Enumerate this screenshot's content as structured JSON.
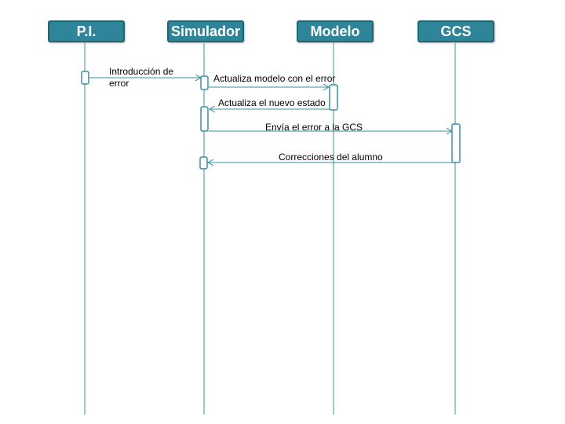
{
  "actors": [
    {
      "id": "pi",
      "label": "P.I."
    },
    {
      "id": "simulador",
      "label": "Simulador"
    },
    {
      "id": "modelo",
      "label": "Modelo"
    },
    {
      "id": "gcs",
      "label": "GCS"
    }
  ],
  "messages": [
    {
      "id": "m1",
      "from": "P.I.",
      "to": "Simulador",
      "label_line1": "Introducción de",
      "label_line2": "error"
    },
    {
      "id": "m2",
      "from": "Simulador",
      "to": "Modelo",
      "label": "Actualiza modelo con el error"
    },
    {
      "id": "m3",
      "from": "Modelo",
      "to": "Simulador",
      "label": "Actualiza el nuevo estado"
    },
    {
      "id": "m4",
      "from": "Simulador",
      "to": "GCS",
      "label": "Envía el error a la GCS"
    },
    {
      "id": "m5",
      "from": "GCS",
      "to": "Simulador",
      "label": "Correcciones del alumno"
    }
  ],
  "colors": {
    "actor_fill": "#2f8597",
    "actor_border": "#1f6474",
    "actor_text": "#ffffff",
    "lifeline": "#3a8fa3",
    "arrow": "#3a8fa3"
  }
}
